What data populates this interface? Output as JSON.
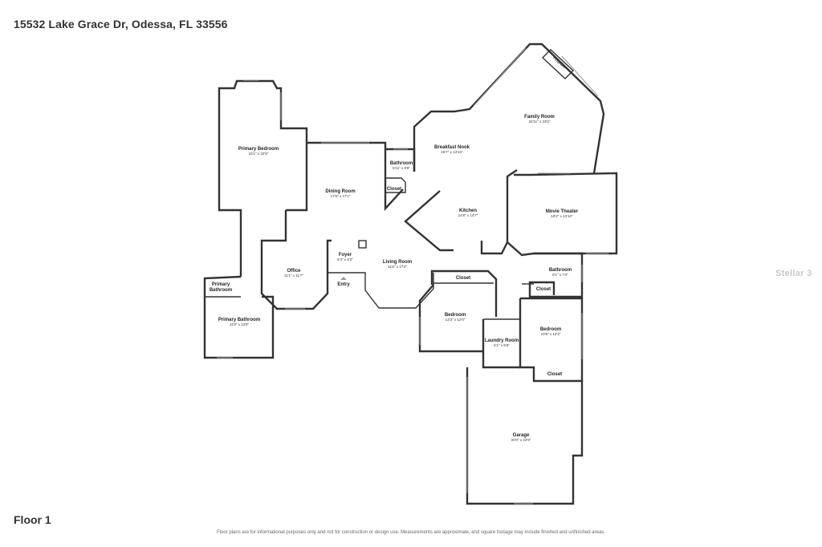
{
  "header": {
    "address": "15532 Lake Grace Dr, Odessa, FL 33556"
  },
  "footer": {
    "floor_label": "Floor 1",
    "disclaimer": "Floor plans are for informational purposes only and not for construction or design use. Measurements are approximate, and square footage may include finished and unfinished areas."
  },
  "watermark": "Stellar 3",
  "rooms": {
    "primary_bedroom": {
      "name": "Primary Bedroom",
      "dims": "15'1\" x 22'5\""
    },
    "dining_room": {
      "name": "Dining Room",
      "dims": "17'9\" x 17'1\""
    },
    "bathroom_1": {
      "name": "Bathroom",
      "dims": "5'11\" x 6'8\""
    },
    "closet_1": {
      "name": "Closet"
    },
    "breakfast_nook": {
      "name": "Breakfast Nook",
      "dims": "16'7\" x 13'10\""
    },
    "family_room": {
      "name": "Family Room",
      "dims": "24'11\" x 23'0\""
    },
    "fireplace": {
      "name": "Fireplace"
    },
    "kitchen": {
      "name": "Kitchen",
      "dims": "14'8\" x 14'7\""
    },
    "movie_theater": {
      "name": "Movie Theater",
      "dims": "19'2\" x 13'10\""
    },
    "foyer": {
      "name": "Foyer",
      "dims": "6'4\" x 5'2\""
    },
    "entry": {
      "name": "Entry"
    },
    "office": {
      "name": "Office",
      "dims": "11'1\" x 11'7\""
    },
    "living_room": {
      "name": "Living Room",
      "dims": "11'6\" x 17'2\""
    },
    "closet_2": {
      "name": "Closet"
    },
    "bathroom_2": {
      "name": "Bathroom",
      "dims": "8'1\" x 7'4\""
    },
    "closet_3": {
      "name": "Closet"
    },
    "primary_bathroom_small_line1": {
      "name": "Primary"
    },
    "primary_bathroom_small_line2": {
      "name": "Bathroom"
    },
    "primary_bathroom": {
      "name": "Primary Bathroom",
      "dims": "11'9\" x 13'9\""
    },
    "bedroom_1": {
      "name": "Bedroom",
      "dims": "13'3\" x 12'0\""
    },
    "laundry_room": {
      "name": "Laundry Room",
      "dims": "6'1\" x 6'6\""
    },
    "bedroom_2": {
      "name": "Bedroom",
      "dims": "10'9\" x 12'3\""
    },
    "closet_4": {
      "name": "Closet"
    },
    "garage": {
      "name": "Garage",
      "dims": "20'0\" x 23'9\""
    }
  }
}
